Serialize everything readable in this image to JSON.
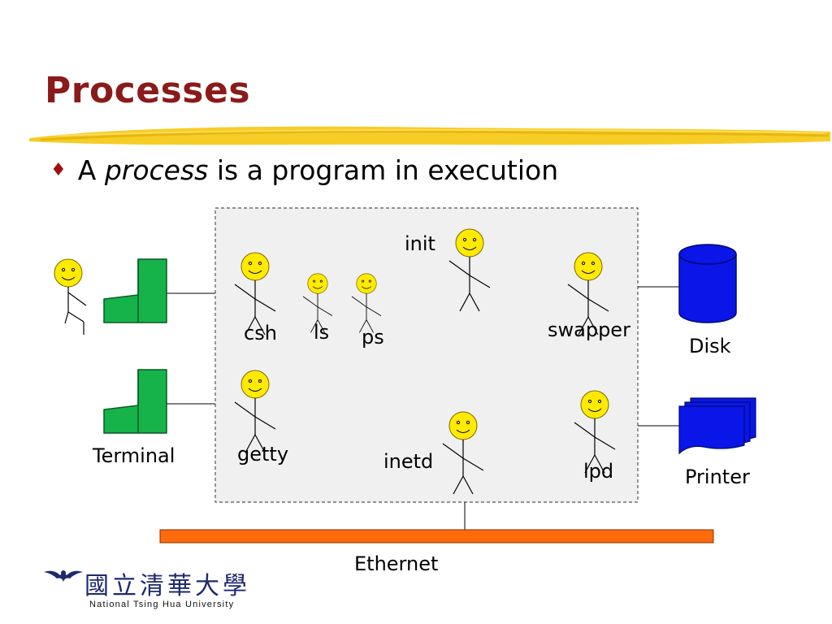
{
  "slide": {
    "title": "Processes",
    "bullet": {
      "before": "A ",
      "emphasis": "process",
      "after": " is a program in execution"
    }
  },
  "diagram": {
    "processes": [
      "init",
      "csh",
      "ls",
      "ps",
      "swapper",
      "getty",
      "inetd",
      "lpd"
    ],
    "devices": {
      "terminal": "Terminal",
      "disk": "Disk",
      "printer": "Printer",
      "network": "Ethernet"
    }
  },
  "footer": {
    "university_cjk": "國立清華大學",
    "university_en": "National Tsing Hua University"
  },
  "colors": {
    "title": "#8b1a1a",
    "terminal": "#16b34a",
    "disk": "#0a16e8",
    "printer": "#0a16e8",
    "ethernet": "#ff6a0a",
    "face": "#ffea00",
    "brush": "#f4c400"
  },
  "icons": [
    "diamond-bullet-icon",
    "stick-figure-icon",
    "terminal-icon",
    "disk-cylinder-icon",
    "printer-icon",
    "university-logo-icon"
  ]
}
